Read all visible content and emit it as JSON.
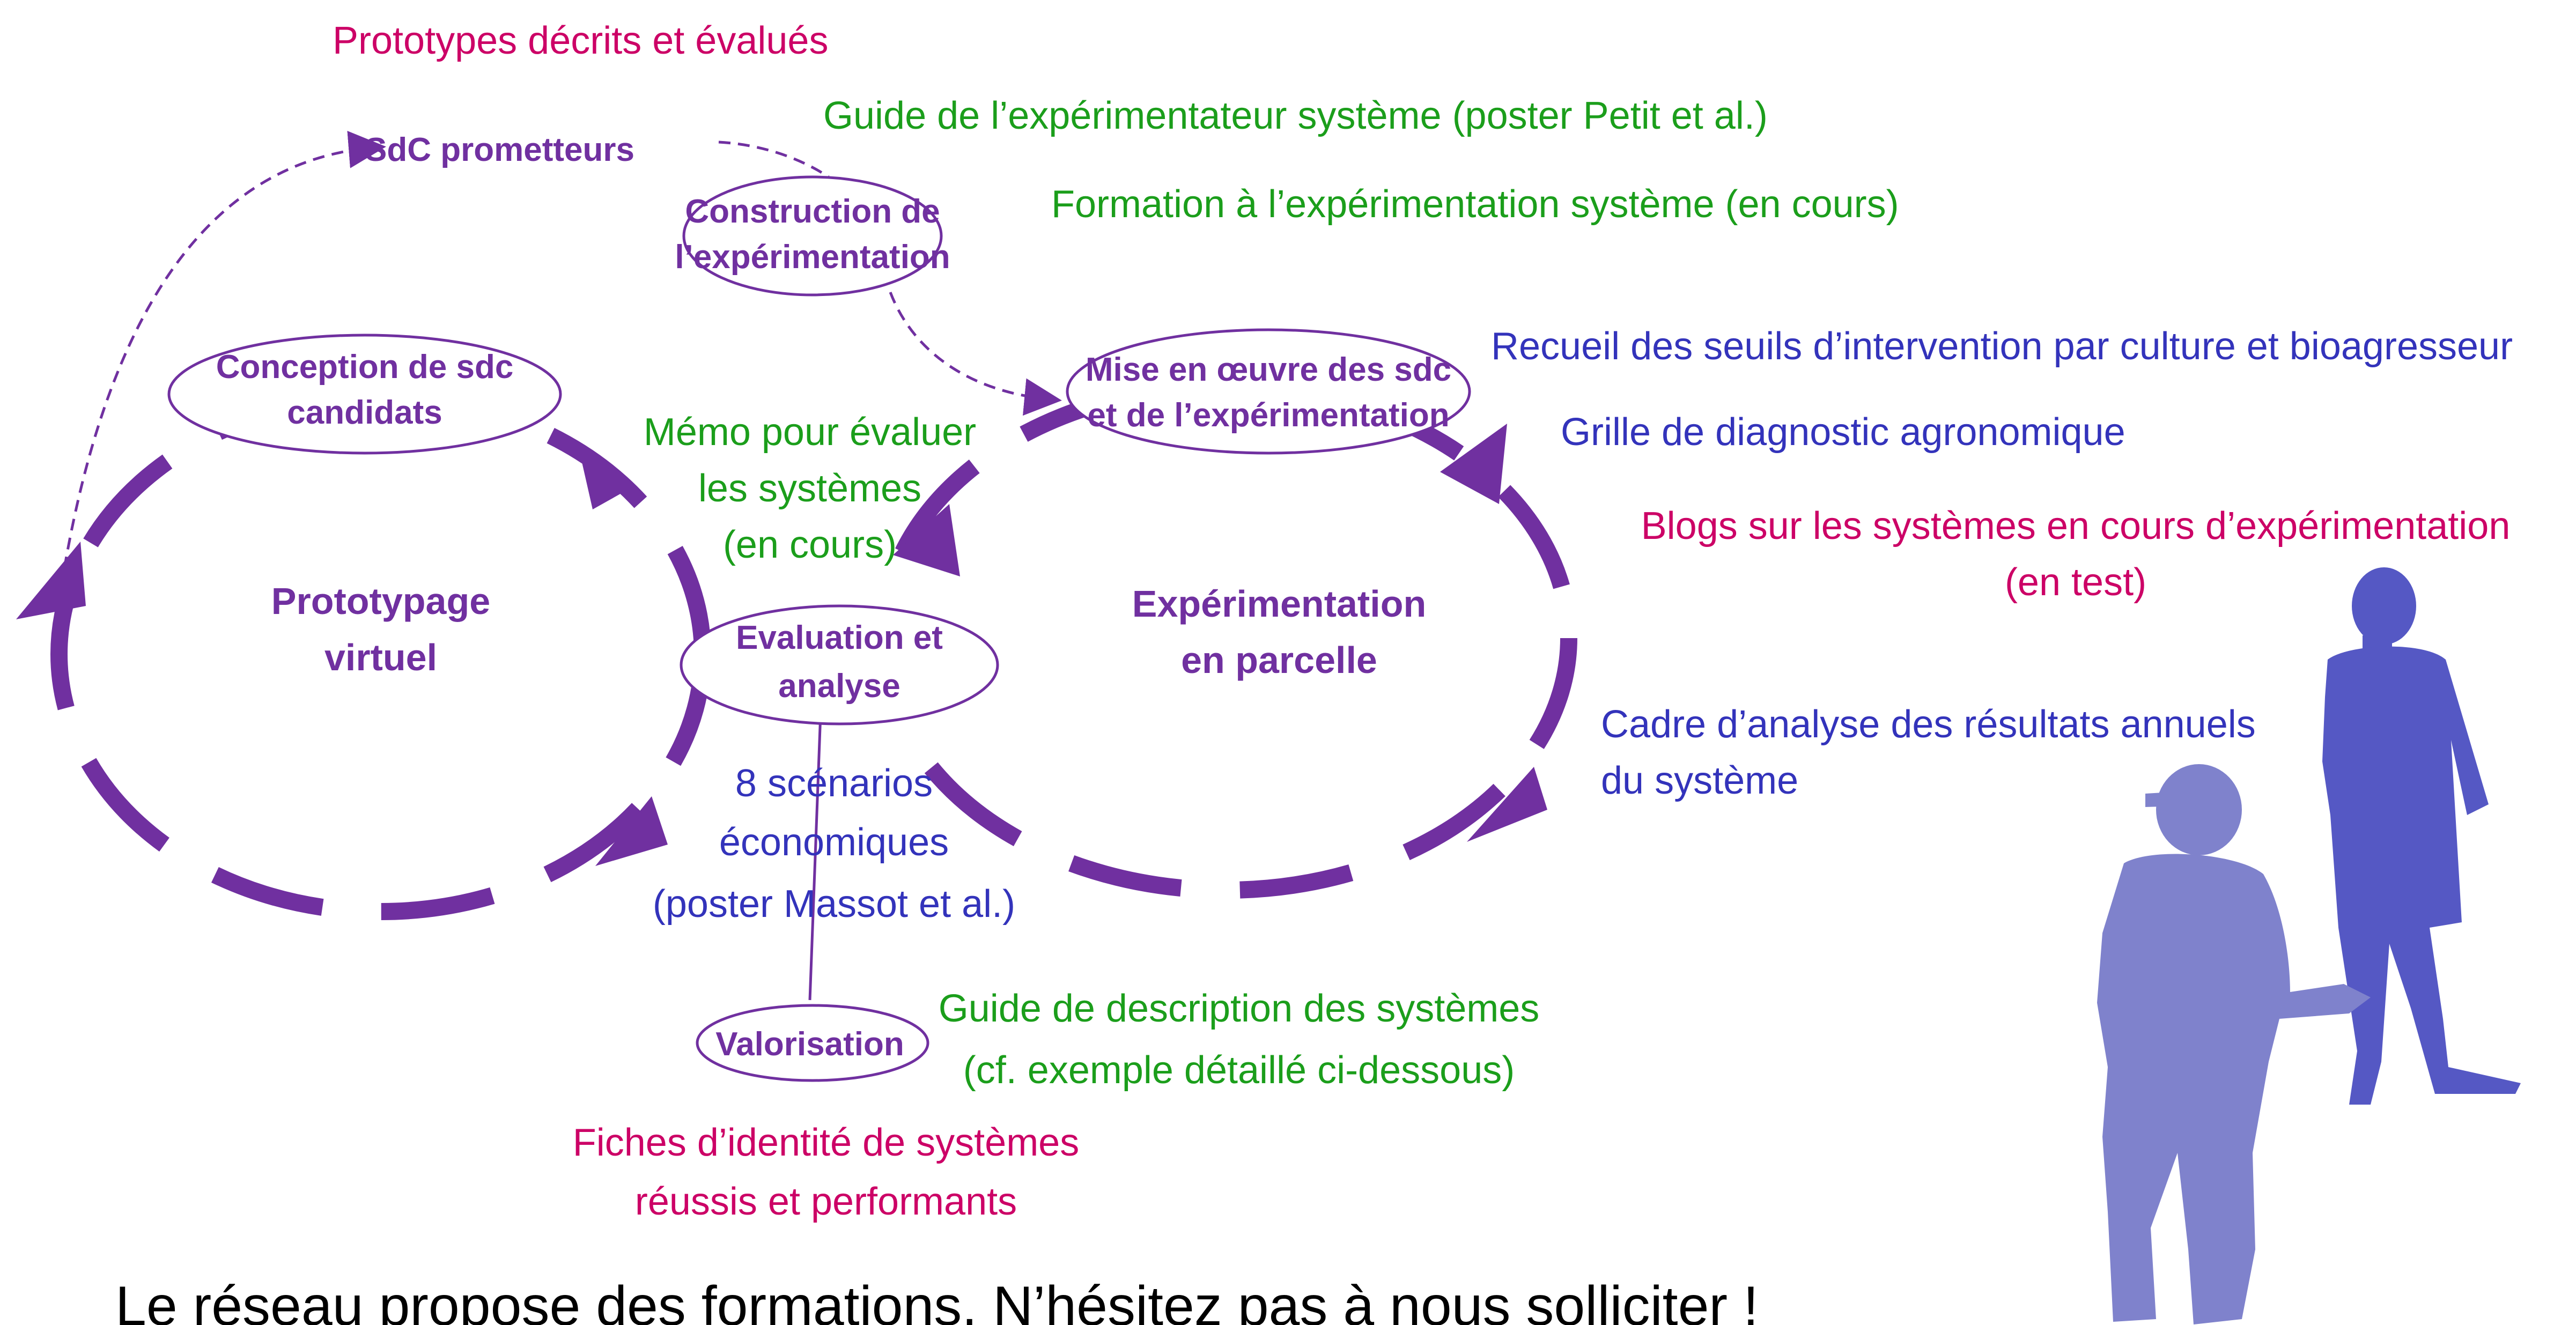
{
  "colors": {
    "cycle": "#7030a0",
    "output_magenta": "#cc0066",
    "output_green": "#1b9e1b",
    "output_blue": "#3333bb",
    "figure_light": "#7f82cc",
    "figure_dark": "#5558c4"
  },
  "nodes": {
    "sdc_prometteurs": "SdC prometteurs",
    "construction": [
      "Construction de",
      "l’expérimentation"
    ],
    "conception": [
      "Conception de sdc",
      "candidats"
    ],
    "mise_en_oeuvre": [
      "Mise en œuvre des sdc",
      "et de l’expérimentation"
    ],
    "evaluation": [
      "Evaluation et",
      "analyse"
    ],
    "valorisation": "Valorisation"
  },
  "cycles": {
    "left": [
      "Prototypage",
      "virtuel"
    ],
    "right": [
      "Expérimentation",
      "en parcelle"
    ]
  },
  "outputs": {
    "prototypes": "Prototypes décrits et évalués",
    "guide_experimentateur": "Guide de l’expérimentateur système (poster Petit et al.)",
    "formation": "Formation à l’expérimentation système (en cours)",
    "recueil": "Recueil des seuils d’intervention par culture et bioagresseur",
    "grille": "Grille de diagnostic agronomique",
    "memo": [
      "Mémo pour évaluer",
      "les systèmes",
      "(en cours)"
    ],
    "blogs": [
      "Blogs sur les systèmes en cours d’expérimentation",
      "(en test)"
    ],
    "cadre": [
      "Cadre d’analyse des résultats annuels",
      "du système"
    ],
    "scenarios": [
      "8 scénarios",
      "économiques",
      "(poster Massot et al.)"
    ],
    "guide_description": [
      "Guide de description des systèmes",
      "(cf. exemple détaillé ci-dessous)"
    ],
    "fiches": [
      "Fiches d’identité de systèmes",
      "réussis et performants"
    ]
  },
  "footer": "Le réseau propose des formations. N’hésitez pas à nous solliciter !"
}
